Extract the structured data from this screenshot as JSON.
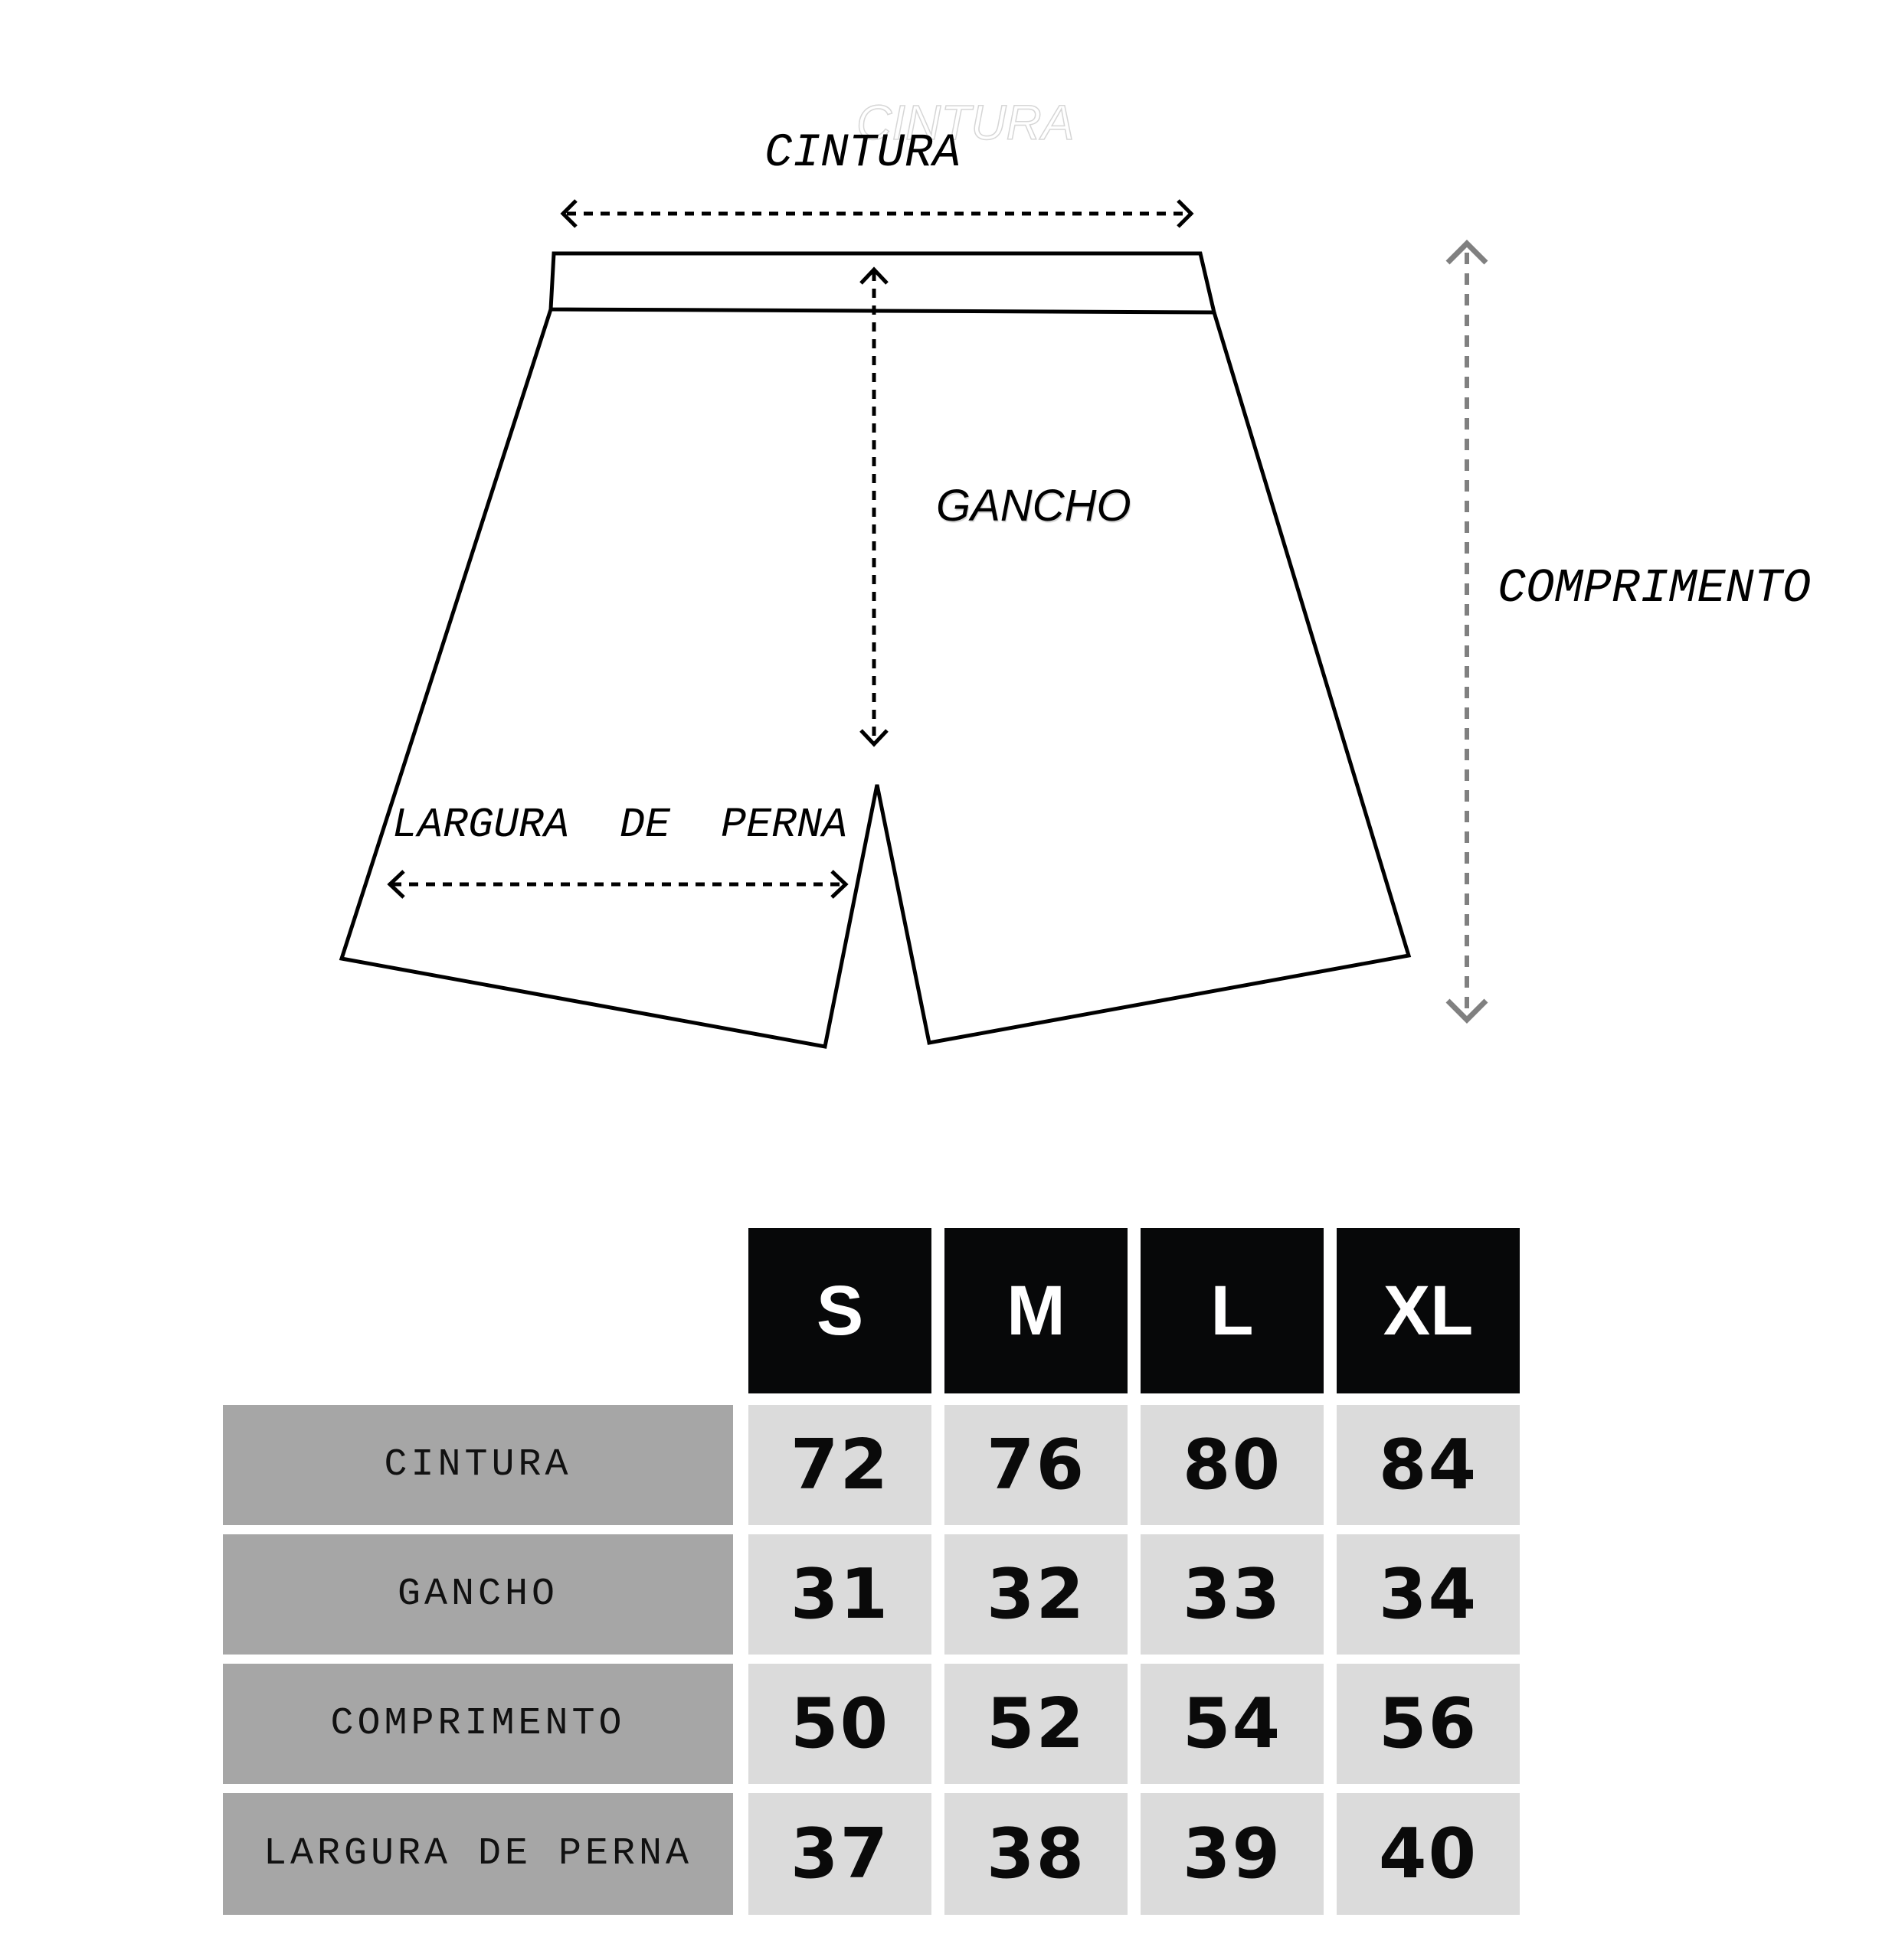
{
  "diagram": {
    "title": "Shorts measurement guide",
    "labels": {
      "waist": "CINTURA",
      "waist_ghost": "CINTURA",
      "rise": "GANCHO",
      "length": "COMPRIMENTO",
      "leg_width": "LARGURA  DE  PERNA"
    },
    "colors": {
      "outline": "#000000",
      "length_arrow": "#808080",
      "ghost_text": "#d6d6d6"
    }
  },
  "size_table": {
    "sizes": [
      "S",
      "M",
      "L",
      "XL"
    ],
    "rows": [
      {
        "label": "CINTURA",
        "values": [
          "72",
          "76",
          "80",
          "84"
        ]
      },
      {
        "label": "GANCHO",
        "values": [
          "31",
          "32",
          "33",
          "34"
        ]
      },
      {
        "label": "COMPRIMENTO",
        "values": [
          "50",
          "52",
          "54",
          "56"
        ]
      },
      {
        "label": "LARGURA DE PERNA",
        "values": [
          "37",
          "38",
          "39",
          "40"
        ]
      }
    ],
    "colors": {
      "header_bg": "#070809",
      "header_text": "#ffffff",
      "label_bg": "#a6a6a6",
      "value_bg": "#dbdbdb"
    }
  }
}
